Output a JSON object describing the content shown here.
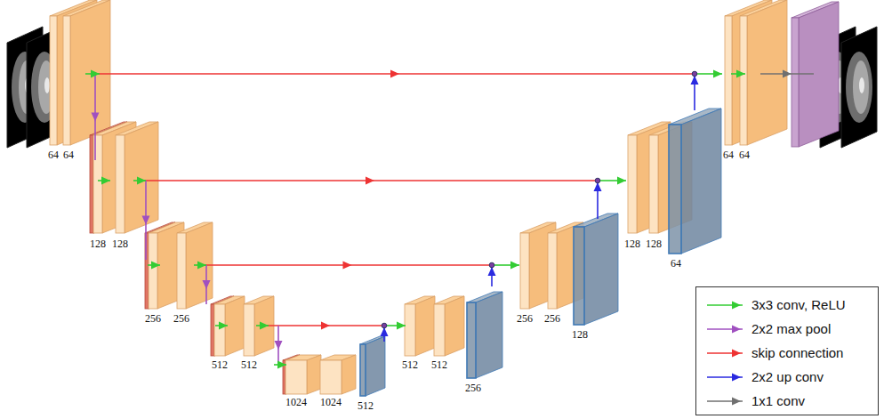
{
  "diagram": {
    "labels": [
      "64",
      "64",
      "128",
      "128",
      "256",
      "256",
      "512",
      "512",
      "1024",
      "1024",
      "512",
      "512",
      "512",
      "256",
      "256",
      "256",
      "128",
      "128",
      "128",
      "64",
      "64",
      "64"
    ],
    "legend": [
      {
        "text": "3x3 conv, ReLU"
      },
      {
        "text": "2x2 max pool"
      },
      {
        "text": "skip connection"
      },
      {
        "text": "2x2 up conv"
      },
      {
        "text": "1x1 conv"
      }
    ]
  }
}
